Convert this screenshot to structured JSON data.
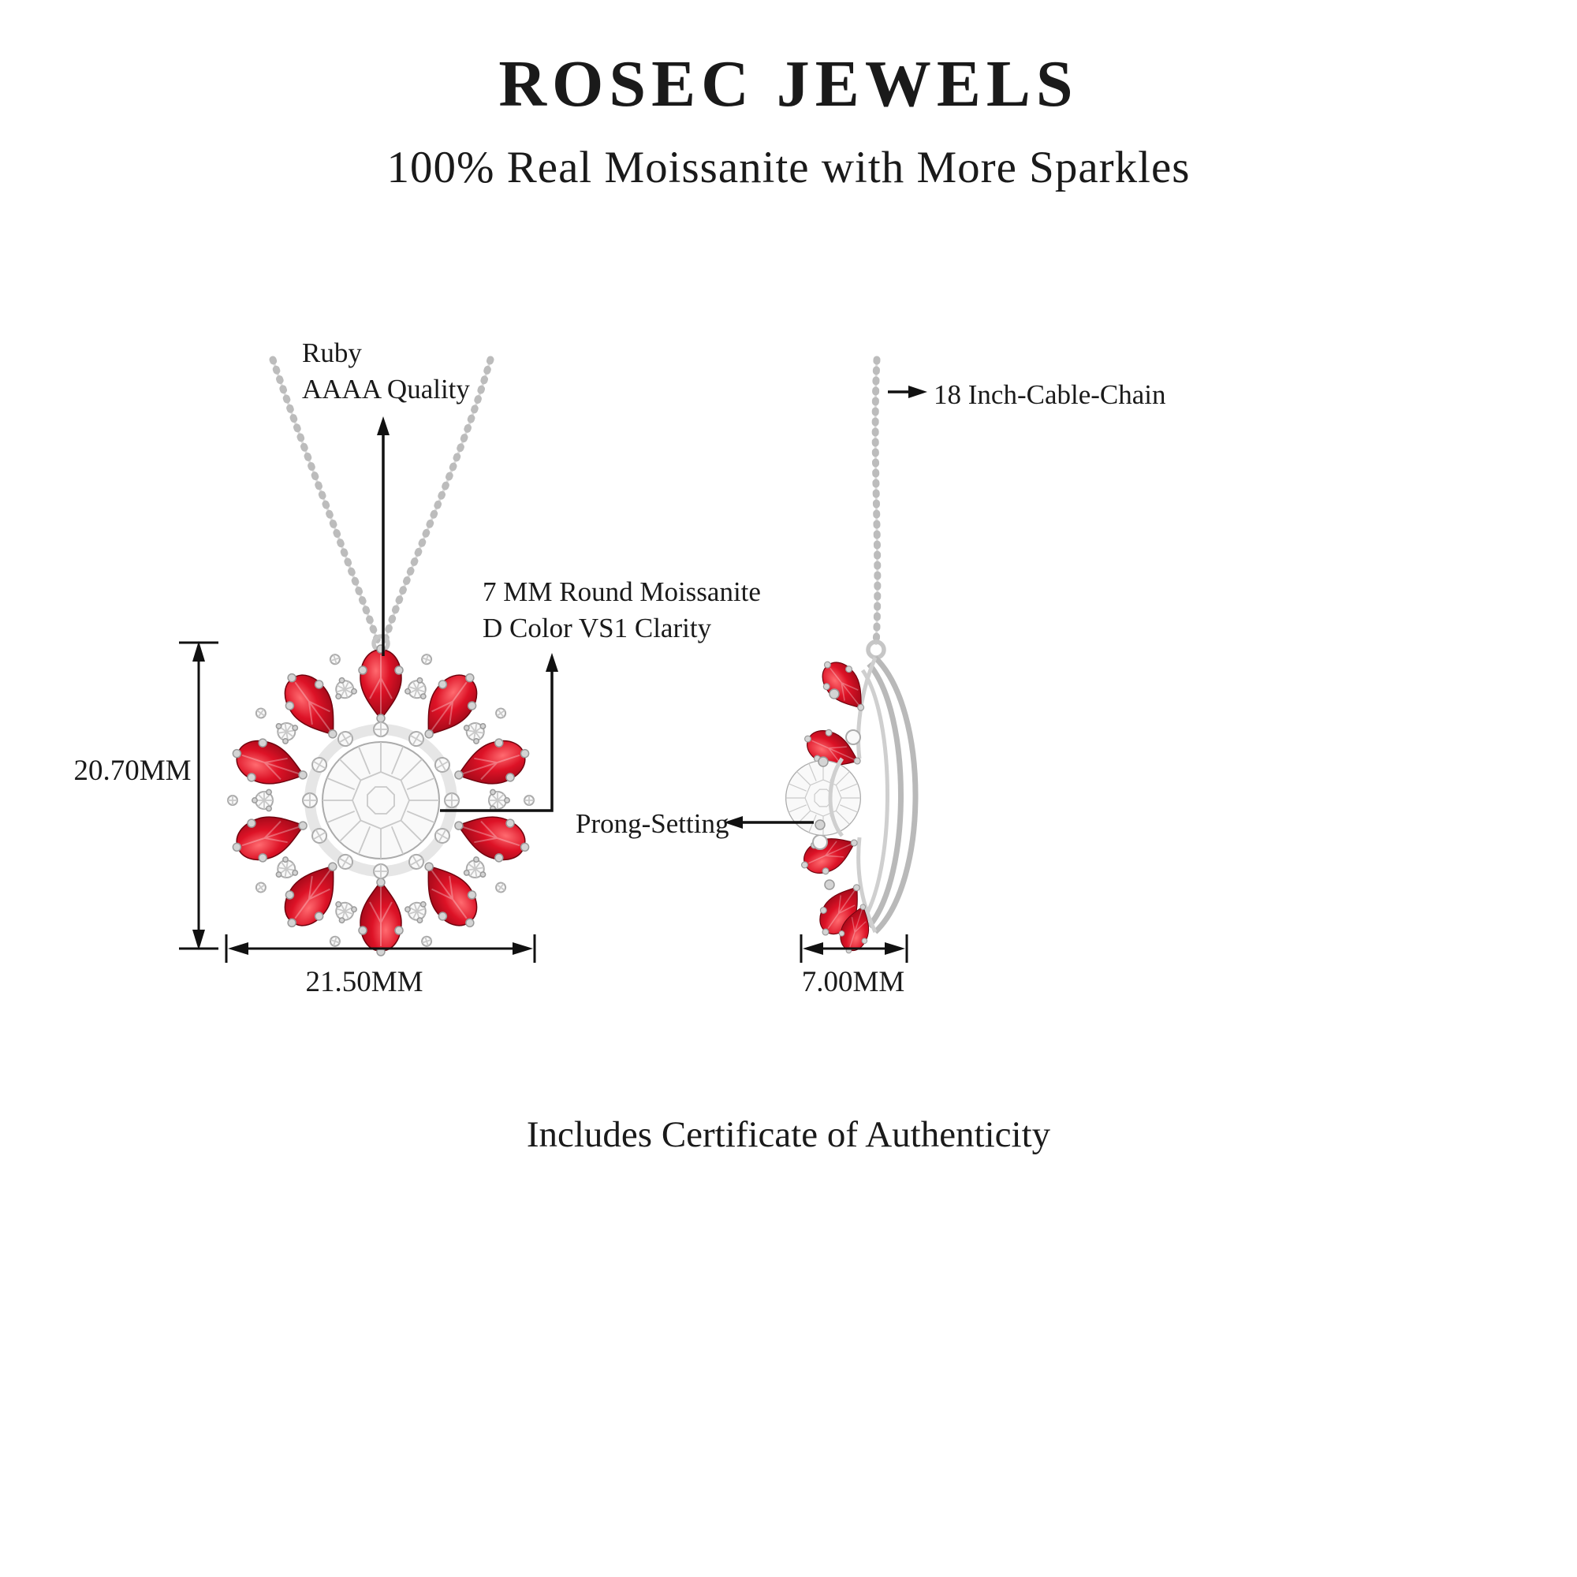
{
  "header": {
    "brand": "ROSEC JEWELS",
    "tagline": "100% Real Moissanite with More Sparkles"
  },
  "annotations": {
    "ruby_line1": "Ruby",
    "ruby_line2": "AAAA Quality",
    "moissanite_line1": "7 MM Round Moissanite",
    "moissanite_line2": "D Color VS1 Clarity",
    "chain_label": "18 Inch-Cable-Chain",
    "prong_label": "Prong-Setting"
  },
  "dimensions": {
    "pendant_height": "20.70MM",
    "pendant_width": "21.50MM",
    "pendant_depth": "7.00MM"
  },
  "footer": {
    "note": "Includes Certificate of Authenticity"
  },
  "colors": {
    "ruby_red": "#d81226",
    "ruby_dark": "#8b0614",
    "metal_silver": "#d4d4d4",
    "diamond_white": "#f9f9f9",
    "text_black": "#1a1a1a"
  }
}
